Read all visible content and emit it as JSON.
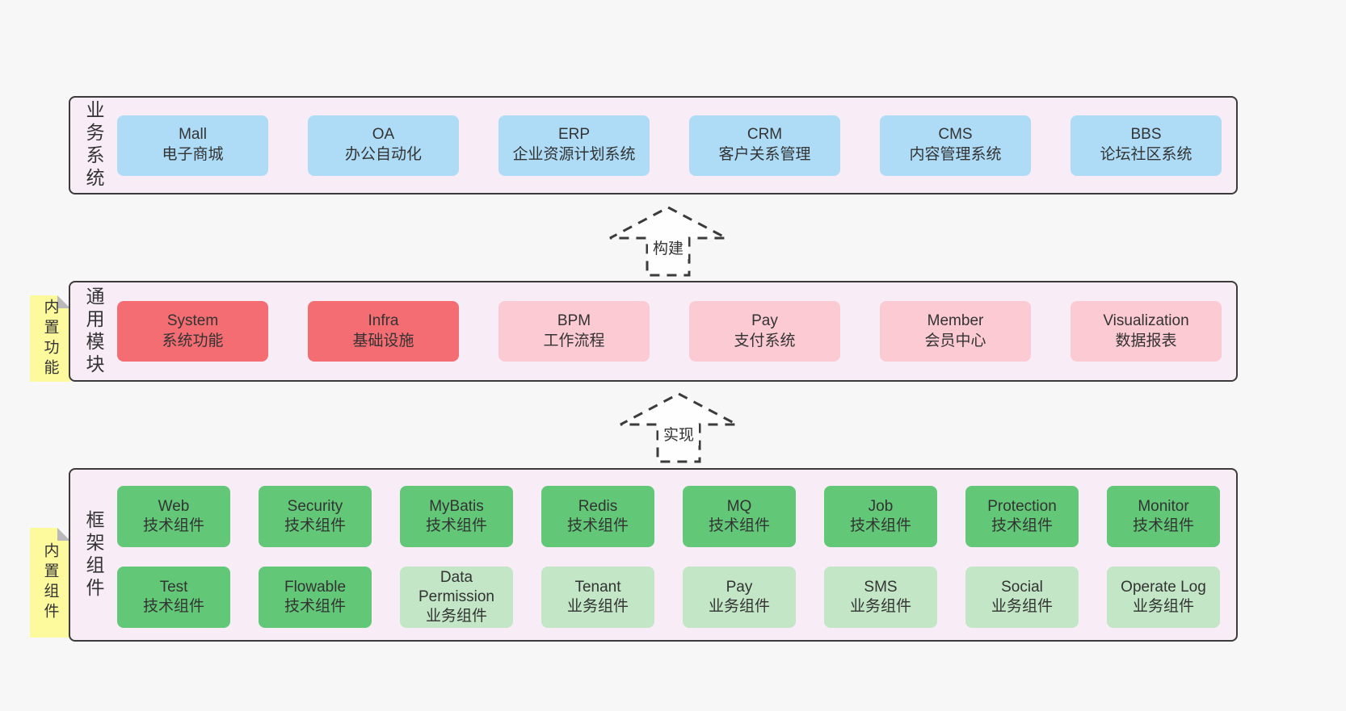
{
  "palette": {
    "page_bg": "#f7f7f7",
    "layer_bg": "#f8edf6",
    "layer_border": "#3b3b3b",
    "text": "#333333",
    "blue": "#aedcf7",
    "red": "#f36d72",
    "pink": "#fbcad3",
    "green": "#62c877",
    "lightgreen": "#c2e6c6",
    "note_yellow": "#fdfa9e",
    "note_fold": "#b9b9b9",
    "arrow_fill": "#fefefe"
  },
  "arrows": [
    {
      "id": "build",
      "label": "构建"
    },
    {
      "id": "implement",
      "label": "实现"
    }
  ],
  "layers": [
    {
      "id": "business-systems",
      "label": "业务系统",
      "boxes": [
        {
          "title": "Mall",
          "subtitle": "电子商城",
          "variant": "blue"
        },
        {
          "title": "OA",
          "subtitle": "办公自动化",
          "variant": "blue"
        },
        {
          "title": "ERP",
          "subtitle": "企业资源计划系统",
          "variant": "blue"
        },
        {
          "title": "CRM",
          "subtitle": "客户关系管理",
          "variant": "blue"
        },
        {
          "title": "CMS",
          "subtitle": "内容管理系统",
          "variant": "blue"
        },
        {
          "title": "BBS",
          "subtitle": "论坛社区系统",
          "variant": "blue"
        }
      ]
    },
    {
      "id": "common-modules",
      "label": "通用模块",
      "note": "内置功能",
      "boxes": [
        {
          "title": "System",
          "subtitle": "系统功能",
          "variant": "red"
        },
        {
          "title": "Infra",
          "subtitle": "基础设施",
          "variant": "red"
        },
        {
          "title": "BPM",
          "subtitle": "工作流程",
          "variant": "pink"
        },
        {
          "title": "Pay",
          "subtitle": "支付系统",
          "variant": "pink"
        },
        {
          "title": "Member",
          "subtitle": "会员中心",
          "variant": "pink"
        },
        {
          "title": "Visualization",
          "subtitle": "数据报表",
          "variant": "pink"
        }
      ]
    },
    {
      "id": "framework-components",
      "label": "框架组件",
      "note": "内置组件",
      "rows": [
        [
          {
            "title": "Web",
            "subtitle": "技术组件",
            "variant": "green"
          },
          {
            "title": "Security",
            "subtitle": "技术组件",
            "variant": "green"
          },
          {
            "title": "MyBatis",
            "subtitle": "技术组件",
            "variant": "green"
          },
          {
            "title": "Redis",
            "subtitle": "技术组件",
            "variant": "green"
          },
          {
            "title": "MQ",
            "subtitle": "技术组件",
            "variant": "green"
          },
          {
            "title": "Job",
            "subtitle": "技术组件",
            "variant": "green"
          },
          {
            "title": "Protection",
            "subtitle": "技术组件",
            "variant": "green"
          },
          {
            "title": "Monitor",
            "subtitle": "技术组件",
            "variant": "green"
          }
        ],
        [
          {
            "title": "Test",
            "subtitle": "技术组件",
            "variant": "green"
          },
          {
            "title": "Flowable",
            "subtitle": "技术组件",
            "variant": "green"
          },
          {
            "title": "Data Permission",
            "subtitle": "业务组件",
            "variant": "lightgreen"
          },
          {
            "title": "Tenant",
            "subtitle": "业务组件",
            "variant": "lightgreen"
          },
          {
            "title": "Pay",
            "subtitle": "业务组件",
            "variant": "lightgreen"
          },
          {
            "title": "SMS",
            "subtitle": "业务组件",
            "variant": "lightgreen"
          },
          {
            "title": "Social",
            "subtitle": "业务组件",
            "variant": "lightgreen"
          },
          {
            "title": "Operate Log",
            "subtitle": "业务组件",
            "variant": "lightgreen"
          }
        ]
      ]
    }
  ]
}
